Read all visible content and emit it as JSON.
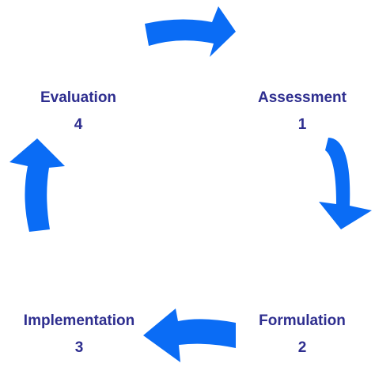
{
  "diagram": {
    "nodes": [
      {
        "id": "assessment",
        "label": "Assessment",
        "number": "1"
      },
      {
        "id": "formulation",
        "label": "Formulation",
        "number": "2"
      },
      {
        "id": "implementation",
        "label": "Implementation",
        "number": "3"
      },
      {
        "id": "evaluation",
        "label": "Evaluation",
        "number": "4"
      }
    ],
    "edges": [
      {
        "from": "evaluation",
        "to": "assessment"
      },
      {
        "from": "assessment",
        "to": "formulation"
      },
      {
        "from": "formulation",
        "to": "implementation"
      },
      {
        "from": "implementation",
        "to": "evaluation"
      }
    ],
    "colors": {
      "arrow": "#0a6cf5",
      "text": "#2e2e8f",
      "background": "#ffffff"
    }
  }
}
